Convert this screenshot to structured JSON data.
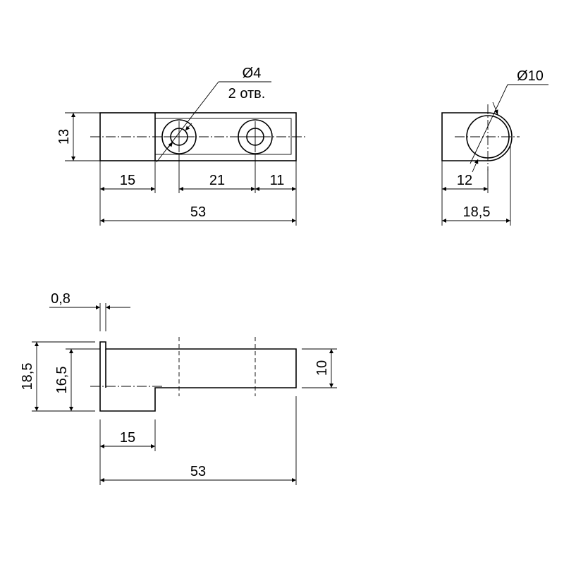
{
  "top_view": {
    "dim_height": "13",
    "dim_left": "15",
    "dim_spacing": "21",
    "dim_right": "11",
    "dim_total": "53",
    "hole_diameter": "Ø4",
    "hole_count": "2 отв."
  },
  "end_view": {
    "dim_diameter": "Ø10",
    "dim_center": "12",
    "dim_width": "18,5"
  },
  "side_view": {
    "dim_thickness": "0,8",
    "dim_height_outer": "18,5",
    "dim_height_inner": "16,5",
    "dim_step": "15",
    "dim_total": "53",
    "dim_rod": "10"
  }
}
